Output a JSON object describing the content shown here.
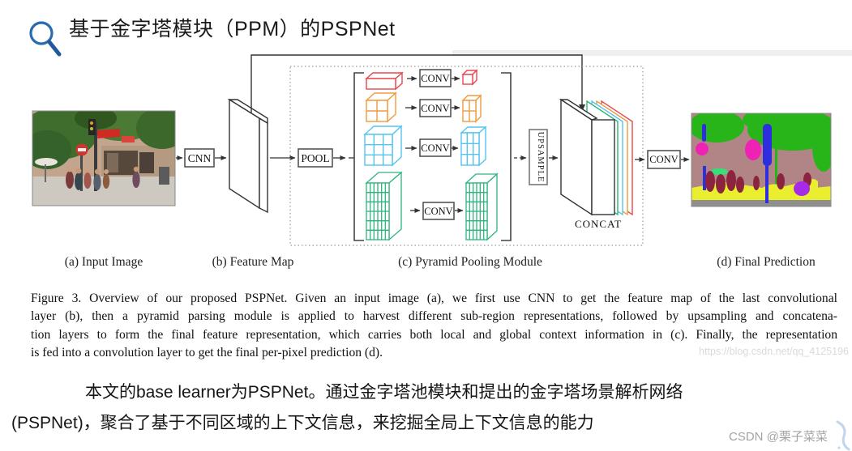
{
  "title": "基于金字塔模块（PPM）的PSPNet",
  "figure": {
    "cnn_label": "CNN",
    "pool_label": "POOL",
    "conv_label": "CONV",
    "upsample_label": "UPSAMPLE",
    "concat_label": "CONCAT",
    "panel_labels": {
      "a": "(a) Input Image",
      "b": "(b) Feature Map",
      "c": "(c) Pyramid Pooling Module",
      "d": "(d) Final Prediction"
    },
    "pyramid_colors": {
      "red": "#e8474d",
      "orange": "#f09a3e",
      "blue": "#55c3ef",
      "green": "#2db47d"
    },
    "icon_blue": "#2a6bb0"
  },
  "caption": {
    "lines": [
      "Figure 3. Overview of our proposed PSPNet. Given an input image (a), we first use CNN to get the feature map of the last convolutional",
      "layer (b), then a pyramid parsing module is applied to harvest different sub-region representations, followed by upsampling and concatena-",
      "tion layers to form the final feature representation, which carries both local and global context information in (c). Finally, the representation",
      "is fed into a convolution layer to get the final per-pixel prediction (d)."
    ]
  },
  "body_text": {
    "line1": "本文的base learner为PSPNet。通过金字塔池模块和提出的金字塔场景解析网络",
    "line2": "(PSPNet)，聚合了基于不同区域的上下文信息，来挖掘全局上下文信息的能力"
  },
  "watermarks": {
    "url": "https://blog.csdn.net/qq_4125196",
    "csdn": "CSDN @栗子菜菜"
  }
}
